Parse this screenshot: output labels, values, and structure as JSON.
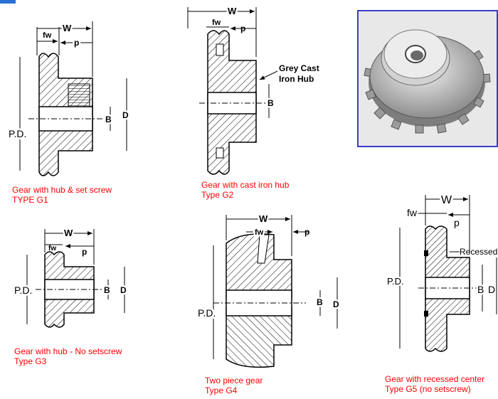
{
  "figures": [
    {
      "id": "g1",
      "labels": {
        "w": "W",
        "fw": "fw",
        "p": "p",
        "pd": "P.D.",
        "b": "B",
        "d": "D"
      },
      "caption_line1": "Gear with hub & set screw",
      "caption_line2": "TYPE G1"
    },
    {
      "id": "g2",
      "labels": {
        "w": "W",
        "fw": "fw",
        "p": "p",
        "b": "B",
        "hub": "Grey Cast",
        "hub2": "Iron Hub"
      },
      "caption_line1": "Gear with cast iron hub",
      "caption_line2": "Type G2"
    },
    {
      "id": "g3",
      "labels": {
        "w": "W",
        "fw": "fw",
        "p": "p",
        "pd": "P.D.",
        "b": "B",
        "d": "D"
      },
      "caption_line1": "Gear with hub - No setscrew",
      "caption_line2": "Type G3"
    },
    {
      "id": "g4",
      "labels": {
        "w": "W",
        "fw": "fw",
        "p": "p",
        "pd": "P.D.",
        "b": "B",
        "d": "D"
      },
      "caption_line1": "Two piece gear",
      "caption_line2": "Type G4"
    },
    {
      "id": "g5",
      "labels": {
        "w": "W",
        "fw": "fw",
        "p": "p",
        "pd": "P.D.",
        "b": "B",
        "d": "D",
        "recess": "Recessed"
      },
      "caption_line1": "Gear with recessed center",
      "caption_line2": "Type G5 (no setscrew)"
    }
  ],
  "colors": {
    "caption": "#ff0000",
    "photo_border": "#3c3cc8",
    "line": "#000000"
  }
}
